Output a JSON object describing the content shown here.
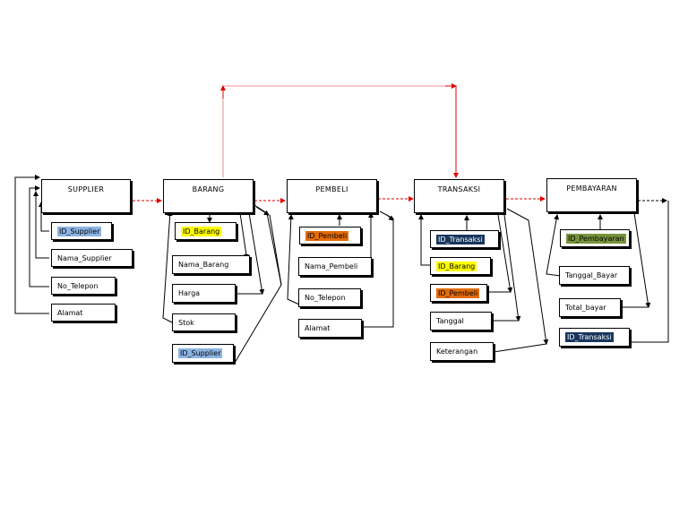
{
  "colors": {
    "key_blue": "#8db4e2",
    "key_yellow": "#ffff00",
    "key_orange": "#e46c0a",
    "key_navy": "#17365d",
    "key_green": "#77933c",
    "relation_line": "#ff0000"
  },
  "supplier": {
    "title": "SUPPLIER",
    "id": "ID_Supplier",
    "nama": "Nama_Supplier",
    "telepon": "No_Telepon",
    "alamat": "Alamat"
  },
  "barang": {
    "title": "BARANG",
    "id": "ID_Barang",
    "nama": "Nama_Barang",
    "harga": "Harga",
    "stok": "Stok",
    "id_supplier": "ID_Supplier"
  },
  "pembeli": {
    "title": "PEMBELI",
    "id": "ID_Pembeli",
    "nama": "Nama_Pembeli",
    "telepon": "No_Telepon",
    "alamat": "Alamat"
  },
  "transaksi": {
    "title": "TRANSAKSI",
    "id": "ID_Transaksi",
    "id_barang": "ID_Barang",
    "id_pembeli": "ID_Pembeli",
    "tanggal": "Tanggal",
    "keterangan": "Keterangan"
  },
  "pembayaran": {
    "title": "PEMBAYARAN",
    "id": "ID_Pembayaran",
    "tanggal_bayar": "Tanggal_Bayar",
    "total_bayar": "Total_bayar",
    "id_transaksi": "ID_Transaksi"
  }
}
